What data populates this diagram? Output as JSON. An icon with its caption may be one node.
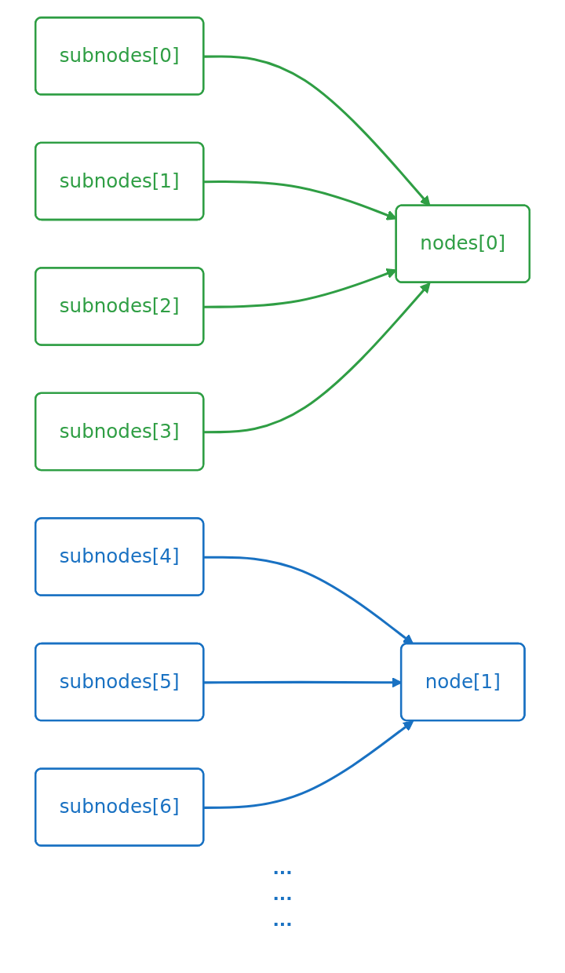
{
  "diagram": {
    "nodes": [
      {
        "text": [
          "subnodes[0]"
        ]
      },
      {
        "text": [
          "subnodes[1]"
        ]
      },
      {
        "text": [
          "subnodes[2]"
        ]
      },
      {
        "text": [
          "subnodes[3]"
        ]
      },
      {
        "text": [
          "nodes[0]"
        ]
      },
      {
        "text": [
          "subnodes[4]"
        ]
      },
      {
        "text": [
          "subnodes[5]"
        ]
      },
      {
        "text": [
          "subnodes[6]"
        ]
      },
      {
        "text": [
          "node[1]"
        ]
      }
    ],
    "edges": [
      {
        "from": 0,
        "to": 4,
        "arrow": "to"
      },
      {
        "from": 1,
        "to": 4,
        "arrow": "to"
      },
      {
        "from": 2,
        "to": 4,
        "arrow": "to"
      },
      {
        "from": 3,
        "to": 4,
        "arrow": "to"
      },
      {
        "from": 5,
        "to": 8,
        "arrow": "to",
        "color": "#1971c2"
      },
      {
        "from": 6,
        "to": 8,
        "arrow": "to",
        "color": "#1971c2"
      },
      {
        "from": 7,
        "to": 8,
        "arrow": "to",
        "color": "#1971c2"
      }
    ],
    "labels": [
      "...",
      "...",
      "..."
    ]
  }
}
